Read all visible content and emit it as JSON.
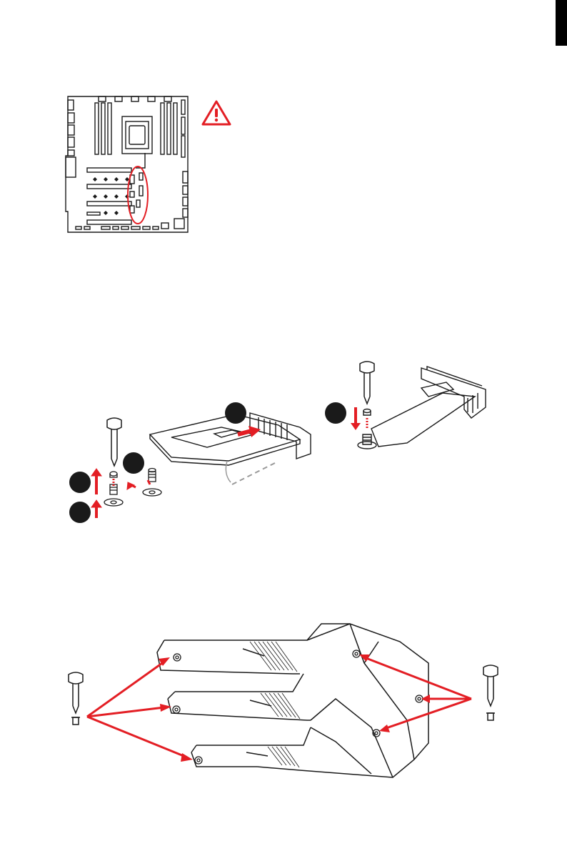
{
  "page": {
    "accent_color": "#e31e24",
    "ink_color": "#1a1a1a"
  },
  "figures": {
    "motherboard": {
      "icon": "motherboard-layout-diagram",
      "highlight": "m2-slot-area"
    },
    "warning": {
      "icon": "warning-triangle-icon"
    },
    "m2_install_steps": {
      "icon": "m2-installation-diagram",
      "step_badges": [
        "",
        "",
        "",
        ""
      ]
    },
    "m2_secure": {
      "icon": "m2-screw-secure-diagram"
    },
    "heatsink": {
      "icon": "m2-shield-frozr-heatsink-diagram"
    }
  }
}
